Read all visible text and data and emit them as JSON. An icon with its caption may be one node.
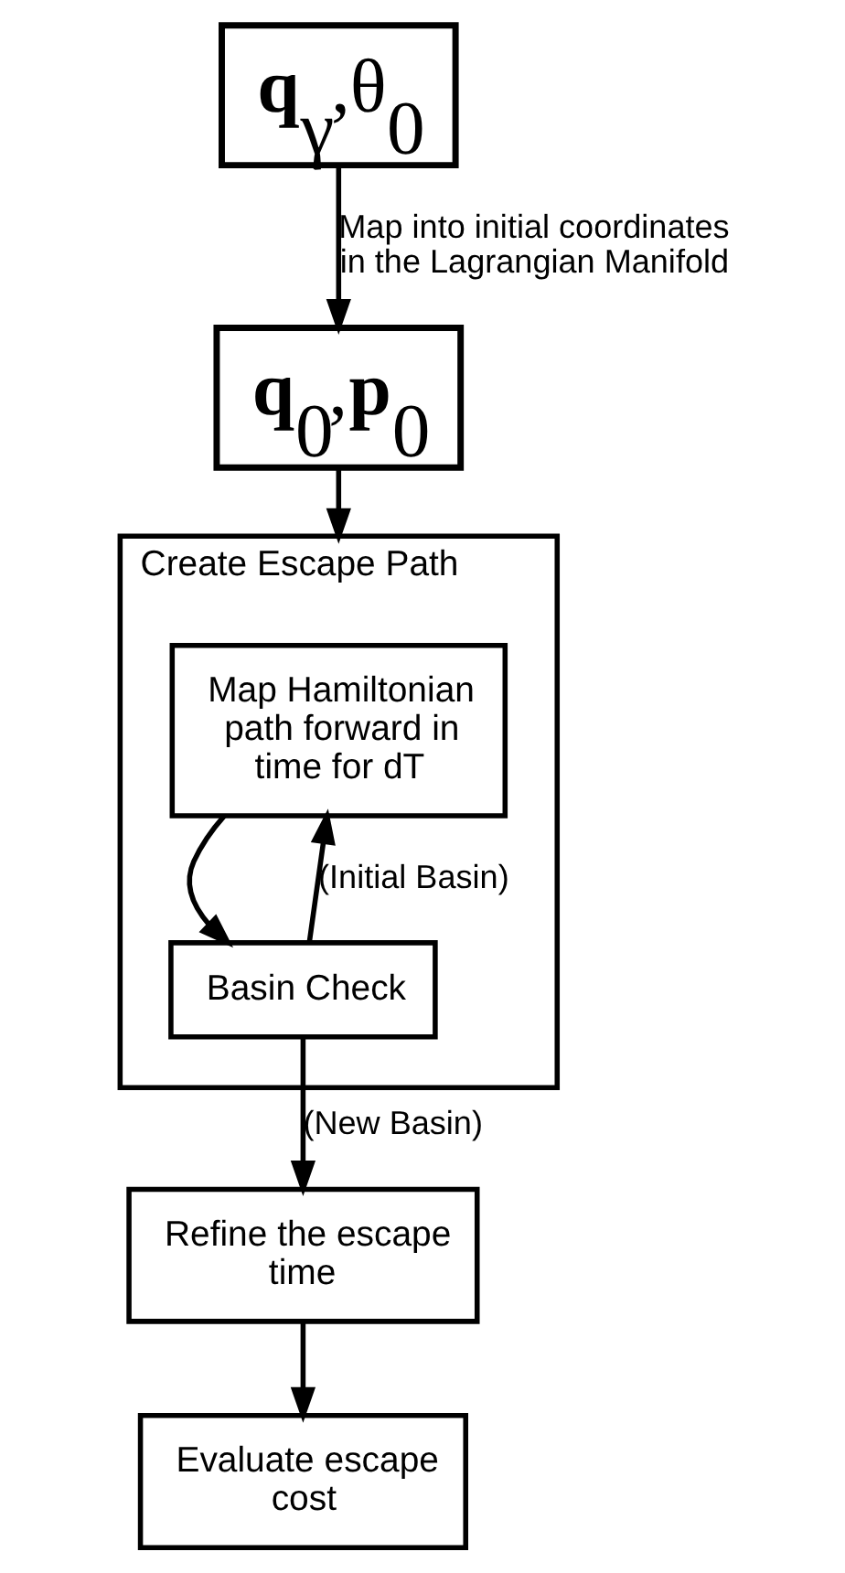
{
  "diagram": {
    "nodes": [
      {
        "text": [
          "**q**$_{γ}$,θ$_{0}$"
        ]
      },
      {
        "text": [
          "**q**$_{0}$,**p**$_{0}$"
        ]
      },
      {
        "text": [
          "Create Escape Path"
        ]
      },
      {
        "text": [
          "Map Hamiltonian path forward in time for dT"
        ],
        "in": 2
      },
      {
        "text": [
          "Basin Check"
        ],
        "in": 2
      },
      {
        "text": [
          "Refine the escape time"
        ]
      },
      {
        "text": [
          "Evaluate escape cost"
        ]
      }
    ],
    "edges": [
      {
        "from": 0,
        "to": 1,
        "arrow": "to",
        "label": "Map into initial coordinates in the Lagrangian Manifold"
      },
      {
        "from": 1,
        "to": 2,
        "arrow": "to"
      },
      {
        "from": 3,
        "to": 4,
        "arrow": "to"
      },
      {
        "from": 4,
        "to": 3,
        "arrow": "to",
        "label": "(Initial Basin)"
      },
      {
        "from": 4,
        "to": 5,
        "arrow": "to",
        "label": "(New Basin)"
      },
      {
        "from": 5,
        "to": 6,
        "arrow": "to"
      }
    ]
  }
}
